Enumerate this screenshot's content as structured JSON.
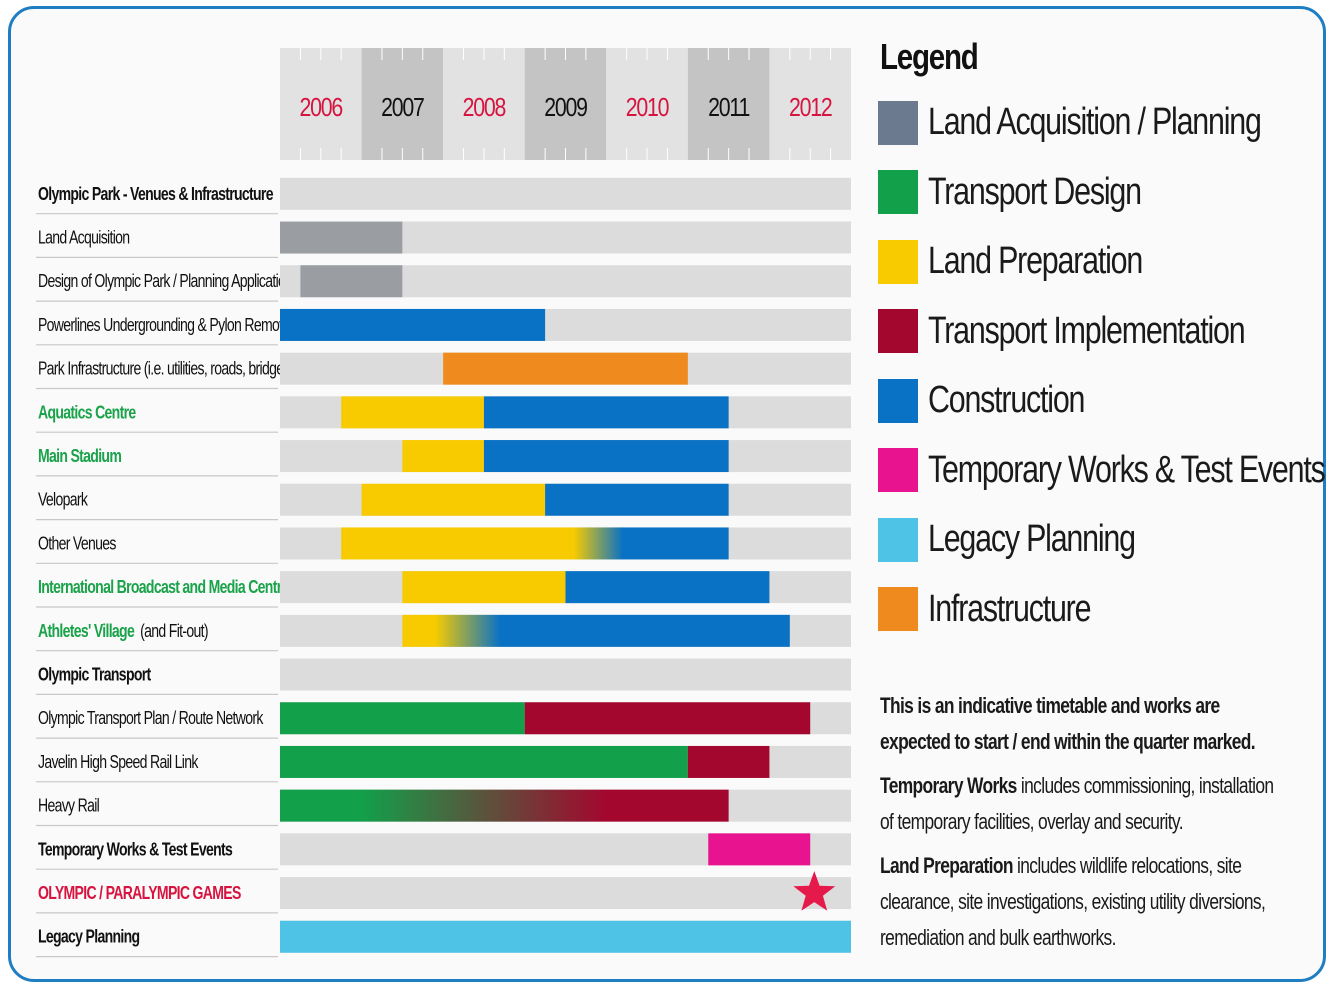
{
  "chart_data": {
    "type": "gantt",
    "years": [
      "2006",
      "2007",
      "2008",
      "2009",
      "2010",
      "2011",
      "2012"
    ],
    "year_colors": [
      "#d7143f",
      "#111111",
      "#d7143f",
      "#111111",
      "#d7143f",
      "#111111",
      "#d7143f"
    ],
    "x_range": [
      2006,
      2013
    ],
    "rows": [
      {
        "label": "Olympic Park - Venues & Infrastructure",
        "style": "heading",
        "segments": []
      },
      {
        "label": "Land Acquisition",
        "style": "normal",
        "segments": [
          {
            "start": 2006.0,
            "end": 2007.5,
            "category": "Land Acquisition / Planning"
          }
        ]
      },
      {
        "label": "Design of Olympic Park / Planning Application",
        "style": "normal",
        "segments": [
          {
            "start": 2006.25,
            "end": 2007.5,
            "category": "Land Acquisition / Planning"
          }
        ]
      },
      {
        "label": "Powerlines Undergrounding & Pylon Removal",
        "style": "normal",
        "segments": [
          {
            "start": 2006.0,
            "end": 2009.25,
            "category": "Construction"
          }
        ]
      },
      {
        "label": "Park Infrastructure (i.e. utilities, roads, bridges etc)",
        "style": "normal",
        "segments": [
          {
            "start": 2008.0,
            "end": 2011.0,
            "category": "Infrastructure"
          }
        ]
      },
      {
        "label": "Aquatics Centre",
        "style": "venue",
        "segments": [
          {
            "start": 2006.75,
            "end": 2008.5,
            "category": "Land Preparation"
          },
          {
            "start": 2008.5,
            "end": 2011.5,
            "category": "Construction"
          }
        ]
      },
      {
        "label": "Main Stadium",
        "style": "venue",
        "segments": [
          {
            "start": 2007.5,
            "end": 2008.5,
            "category": "Land Preparation"
          },
          {
            "start": 2008.5,
            "end": 2011.5,
            "category": "Construction"
          }
        ]
      },
      {
        "label": "Velopark",
        "style": "normal",
        "segments": [
          {
            "start": 2007.0,
            "end": 2009.25,
            "category": "Land Preparation"
          },
          {
            "start": 2009.25,
            "end": 2011.5,
            "category": "Construction"
          }
        ]
      },
      {
        "label": "Other Venues",
        "style": "normal",
        "segments": [
          {
            "start": 2006.75,
            "end": 2011.5,
            "category": "Land Preparation",
            "fade_to": "Construction",
            "fade_from": 2009.6,
            "fade_until": 2010.2
          }
        ]
      },
      {
        "label": "International Broadcast and Media Centre",
        "style": "venue",
        "segments": [
          {
            "start": 2007.5,
            "end": 2009.5,
            "category": "Land Preparation"
          },
          {
            "start": 2009.5,
            "end": 2012.0,
            "category": "Construction"
          }
        ]
      },
      {
        "label": "Athletes' Village",
        "label_suffix": "(and Fit-out)",
        "style": "venue",
        "segments": [
          {
            "start": 2007.5,
            "end": 2012.25,
            "category": "Land Preparation",
            "fade_to": "Construction",
            "fade_from": 2007.9,
            "fade_until": 2008.7
          }
        ]
      },
      {
        "label": "Olympic Transport",
        "style": "heading",
        "segments": []
      },
      {
        "label": "Olympic Transport Plan / Route Network",
        "style": "normal",
        "segments": [
          {
            "start": 2006.0,
            "end": 2009.0,
            "category": "Transport Design"
          },
          {
            "start": 2009.0,
            "end": 2012.5,
            "category": "Transport Implementation"
          }
        ]
      },
      {
        "label": "Javelin High Speed Rail Link",
        "style": "normal",
        "segments": [
          {
            "start": 2006.0,
            "end": 2011.0,
            "category": "Transport Design"
          },
          {
            "start": 2011.0,
            "end": 2012.0,
            "category": "Transport Implementation"
          }
        ]
      },
      {
        "label": "Heavy Rail",
        "style": "normal",
        "segments": [
          {
            "start": 2006.0,
            "end": 2011.5,
            "category": "Transport Design",
            "fade_to": "Transport Implementation",
            "fade_from": 2007.0,
            "fade_until": 2010.0
          }
        ]
      },
      {
        "label": "Temporary Works & Test Events",
        "style": "heading",
        "segments": [
          {
            "start": 2011.25,
            "end": 2012.5,
            "category": "Temporary Works & Test Events"
          }
        ]
      },
      {
        "label": "OLYMPIC / PARALYMPIC GAMES",
        "style": "games",
        "segments": [],
        "marker": {
          "x": 2012.55,
          "symbol": "star",
          "color": "#e5194a"
        }
      },
      {
        "label": "Legacy Planning",
        "style": "heading",
        "segments": [
          {
            "start": 2006.0,
            "end": 2013.0,
            "category": "Legacy Planning"
          }
        ]
      }
    ]
  },
  "legend": {
    "title": "Legend",
    "items": [
      {
        "name": "Land Acquisition / Planning",
        "color": "#6b7a8f"
      },
      {
        "name": "Transport Design",
        "color": "#12a04a"
      },
      {
        "name": "Land Preparation",
        "color": "#f7cb00"
      },
      {
        "name": "Transport Implementation",
        "color": "#a3072e"
      },
      {
        "name": "Construction",
        "color": "#0a72c4"
      },
      {
        "name": "Temporary Works & Test Events",
        "color": "#e8138f"
      },
      {
        "name": "Legacy Planning",
        "color": "#4ec3e6"
      },
      {
        "name": "Infrastructure",
        "color": "#ee8a1e"
      }
    ],
    "chart_colors": {
      "Land Acquisition / Planning": "#9a9ea3",
      "Transport Design": "#12a04a",
      "Land Preparation": "#f7cb00",
      "Transport Implementation": "#a3072e",
      "Construction": "#0a72c4",
      "Temporary Works & Test Events": "#e8138f",
      "Legacy Planning": "#4ec3e6",
      "Infrastructure": "#ee8a1e"
    }
  },
  "notes": {
    "intro": "This is an indicative timetable and works are expected to start / end within the quarter marked.",
    "temp_works_term": "Temporary Works",
    "temp_works_text": " includes commissioning, installation of temporary facilities, overlay and security.",
    "land_prep_term": "Land Preparation",
    "land_prep_text": " includes wildlife relocations, site clearance, site investigations, existing utility diversions, remediation and bulk earthworks."
  },
  "colors": {
    "frame": "#1f7ec2",
    "track": "#dcdcdc",
    "venue_label": "#1aa34a",
    "games_label": "#d7143f",
    "heading_label": "#111111",
    "year_band_light": "#e2e2e2",
    "year_band_dark": "#c4c4c4"
  }
}
